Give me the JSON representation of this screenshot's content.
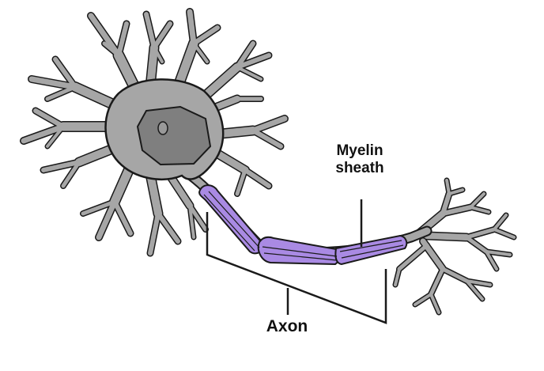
{
  "labels": {
    "myelin_line1": "Myelin",
    "myelin_line2": "sheath",
    "axon": "Axon"
  },
  "colors": {
    "cell_fill": "#a6a6a6",
    "nucleus_fill": "#7f7f7f",
    "nucleolus_fill": "#999999",
    "myelin_fill": "#a98ae3",
    "outline": "#1a1a1a",
    "background": "#ffffff"
  },
  "structures": [
    "dendrites",
    "cell-body",
    "nucleus",
    "nucleolus",
    "axon",
    "myelin-sheath",
    "axon-terminals"
  ]
}
